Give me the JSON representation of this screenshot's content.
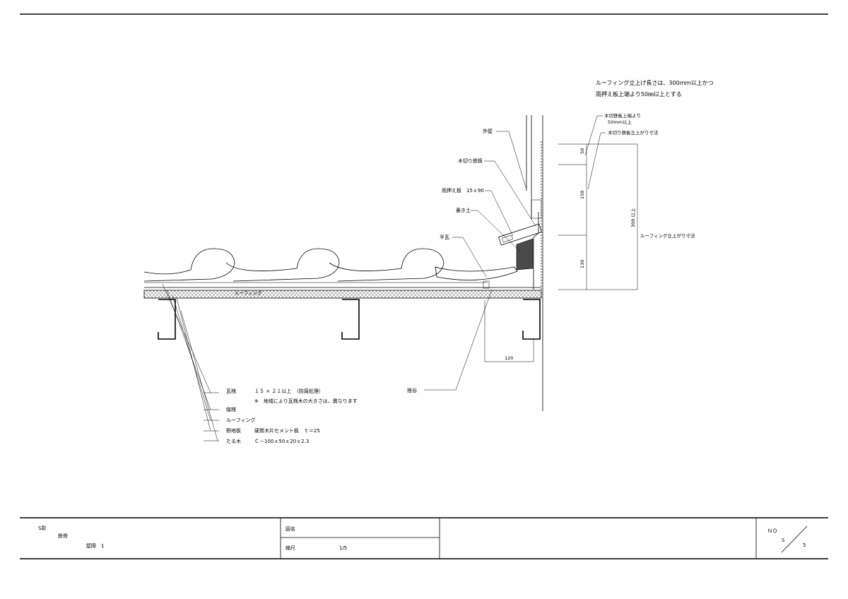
{
  "notes": {
    "line1": "ルーフィング立上げ長さは、300ｍｍ以上かつ",
    "line2": "雨押え板上端より50㎜以上とする"
  },
  "callouts": {
    "gaiheki": "外壁",
    "kikiri": "木切り鉄板",
    "amaosae": "雨押え板　15ｘ90",
    "nanbando": "裏き土",
    "nokigawara": "半瓦",
    "kikiri_top_1": "木切鉄板上端より",
    "kikiri_top_2": "50mm以上",
    "kikiri_dim": "木切り鉄板立上がり寸法",
    "roofing_dim": "ルーフィング立上がり寸法",
    "roofing_label": "ルーフィング",
    "sukidai": "捨谷"
  },
  "dimensions": {
    "d50": "50",
    "d150": "150",
    "d300": "300 以上",
    "d130": "130",
    "d120": "120"
  },
  "legend": {
    "kawarasan_label": "瓦桟",
    "kawarasan_value": "１５ × ２１以上　（防腐処理）",
    "note": "※　地域により瓦桟木の大きさは、異なります",
    "tatesan_label": "縦桟",
    "roofing_label": "ルーフィング",
    "nojiita_label": "野地板",
    "nojiita_value": "硬質木片セメント板　ｔ＝25",
    "taruki_label": "たる木",
    "taruki_value": "Ｃ－100ｘ50ｘ20ｘ2.3"
  },
  "title_block": {
    "company_1": "S彰",
    "company_2": "鉄骨",
    "company_3": "壁際　1",
    "drawing_name_label": "図名",
    "drawing_name_value": "",
    "scale_label": "縮尺",
    "scale_value": "1/5",
    "no_label": "ＮＯ",
    "no_s": "S",
    "no_value": "5"
  }
}
